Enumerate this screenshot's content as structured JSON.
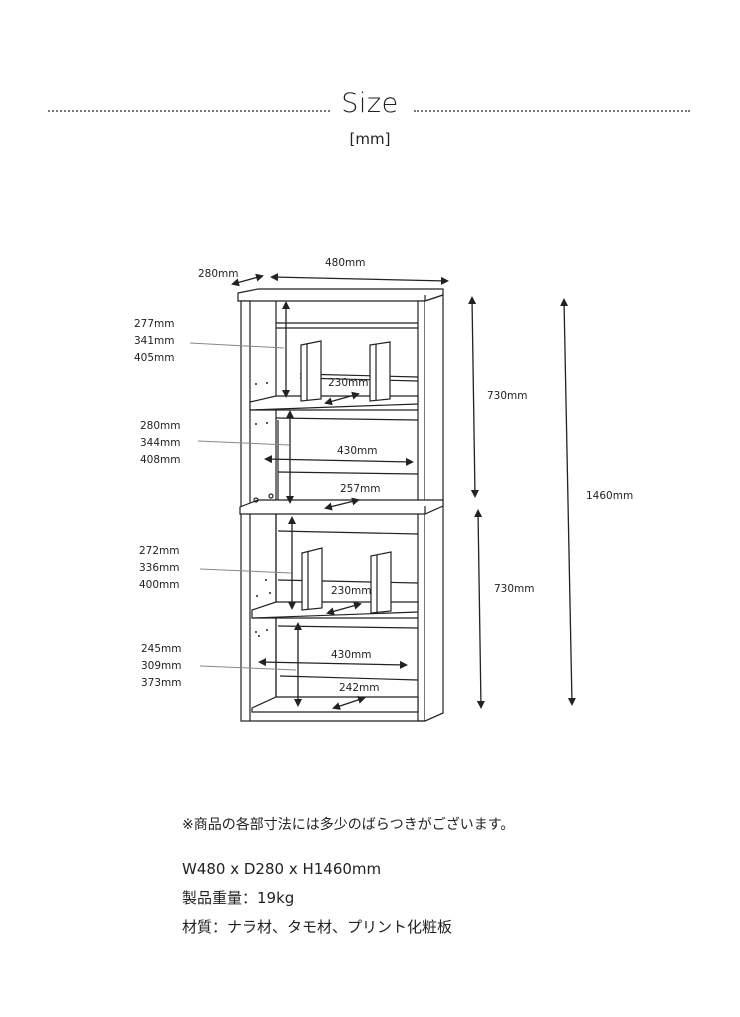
{
  "header": {
    "title": "Size",
    "unit": "[mm]"
  },
  "diagram": {
    "overall": {
      "width": "480mm",
      "depth": "280mm",
      "upper_height": "730mm",
      "lower_height": "730mm",
      "total_height": "1460mm"
    },
    "shelves": [
      {
        "heights": [
          "277mm",
          "341mm",
          "405mm"
        ],
        "depth_label": "230mm",
        "has_bookends": true
      },
      {
        "heights": [
          "280mm",
          "344mm",
          "408mm"
        ],
        "width_label": "430mm",
        "depth_label": "257mm",
        "has_bookends": false
      },
      {
        "heights": [
          "272mm",
          "336mm",
          "400mm"
        ],
        "depth_label": "230mm",
        "has_bookends": true
      },
      {
        "heights": [
          "245mm",
          "309mm",
          "373mm"
        ],
        "width_label": "430mm",
        "depth_label": "242mm",
        "has_bookends": false
      }
    ],
    "colors": {
      "line": "#222222",
      "leader": "#888888"
    }
  },
  "notes": {
    "disclaimer": "※商品の各部寸法には多少のばらつきがございます。",
    "dimensions": "W480 x D280 x H1460mm",
    "weight": "製品重量：19kg",
    "material": "材質：ナラ材、タモ材、プリント化粧板"
  }
}
